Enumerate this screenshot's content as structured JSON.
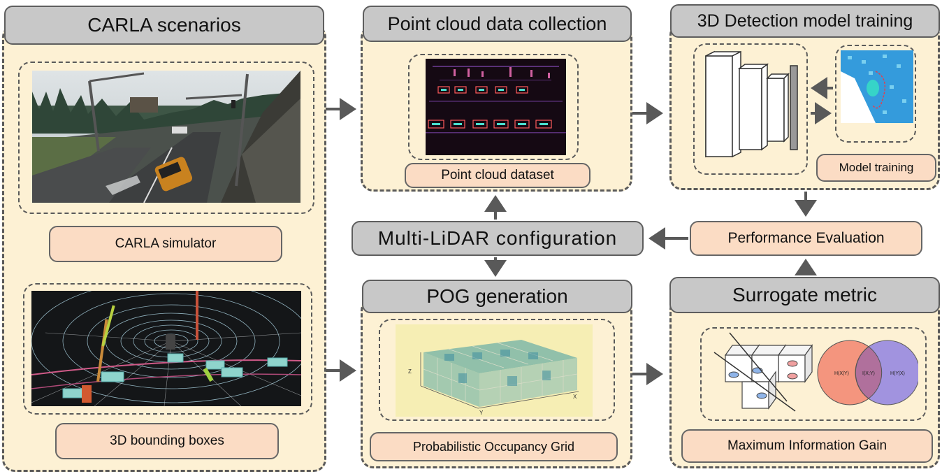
{
  "sections": {
    "carla": {
      "title": "CARLA scenarios",
      "simulator_label": "CARLA simulator",
      "bbox_label": "3D bounding boxes"
    },
    "pointcloud": {
      "title": "Point cloud data collection",
      "dataset_label": "Point cloud dataset"
    },
    "detection": {
      "title": "3D Detection model training",
      "training_label": "Model training"
    },
    "multilidar": {
      "title": "Multi-LiDAR configuration"
    },
    "evaluation": {
      "label": "Performance Evaluation"
    },
    "pog": {
      "title": "POG generation",
      "grid_label": "Probabilistic Occupancy Grid",
      "axis_z": "Z",
      "axis_y": "Y",
      "axis_x": "X"
    },
    "surrogate": {
      "title": "Surrogate metric",
      "gain_label": "Maximum Information Gain",
      "venn_left": "H(X|Y)",
      "venn_mid": "I(X;Y)",
      "venn_right": "H(Y|X)"
    }
  },
  "colors": {
    "panel": "#fdf1d4",
    "header": "#c8c8c8",
    "pill": "#fbdcc4",
    "arrow": "#595959",
    "venn_left": "#f4957e",
    "venn_right": "#9d8fe0"
  }
}
